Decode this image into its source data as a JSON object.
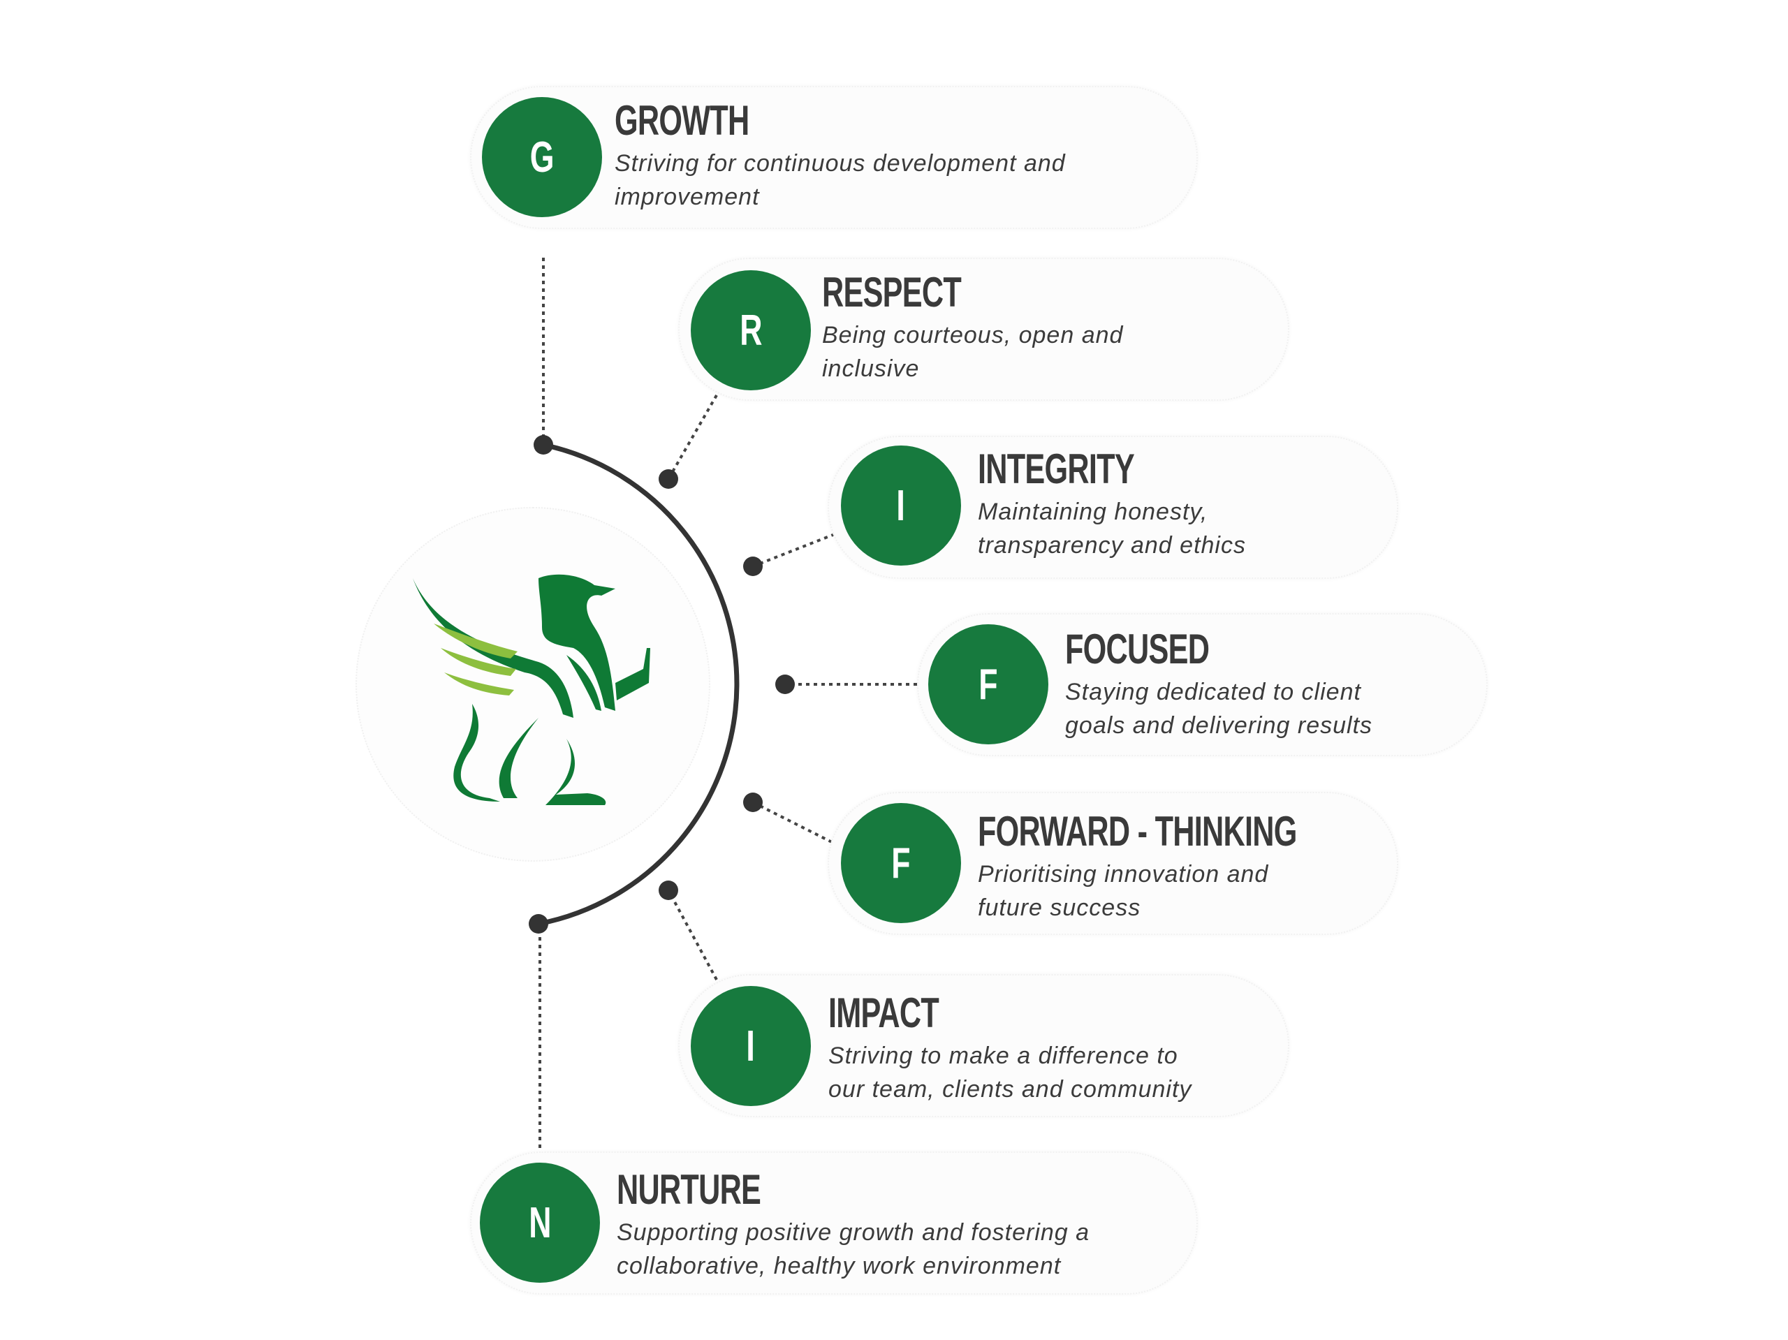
{
  "values": [
    {
      "letter": "G",
      "title": "GROWTH",
      "desc1": "Striving for continuous development and",
      "desc2": "improvement"
    },
    {
      "letter": "R",
      "title": "RESPECT",
      "desc1": "Being courteous, open and",
      "desc2": "inclusive"
    },
    {
      "letter": "I",
      "title": "INTEGRITY",
      "desc1": "Maintaining honesty,",
      "desc2": "transparency and ethics"
    },
    {
      "letter": "F",
      "title": "FOCUSED",
      "desc1": "Staying dedicated to client",
      "desc2": "goals and delivering results"
    },
    {
      "letter": "F",
      "title": "FORWARD - THINKING",
      "desc1": "Prioritising innovation and",
      "desc2": "future success"
    },
    {
      "letter": "I",
      "title": "IMPACT",
      "desc1": "Striving to make a difference to",
      "desc2": "our team, clients and community"
    },
    {
      "letter": "N",
      "title": "NURTURE",
      "desc1": "Supporting positive growth and fostering a",
      "desc2": "collaborative, healthy work environment"
    }
  ],
  "colors": {
    "brand_green": "#177a3e",
    "light_green": "#8dbf3f",
    "line": "#333333",
    "text": "#3a3a3a"
  },
  "logo": {
    "icon": "griffin-icon"
  }
}
